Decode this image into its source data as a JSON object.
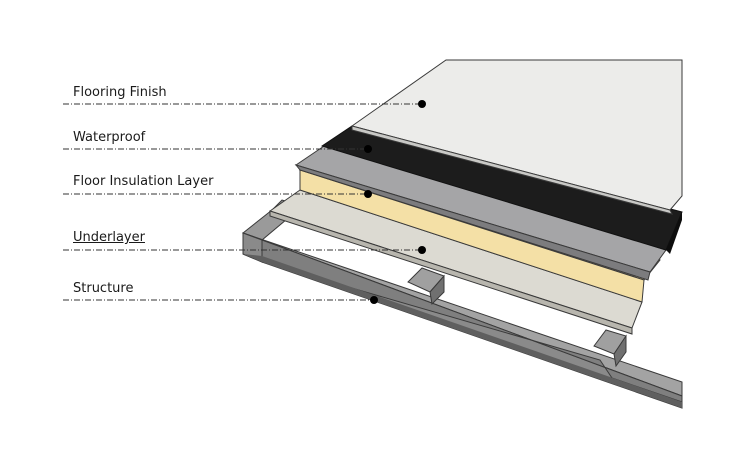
{
  "labels": [
    {
      "id": "flooring-finish",
      "text": "Flooring Finish",
      "underlined": false
    },
    {
      "id": "waterproof",
      "text": "Waterproof",
      "underlined": false
    },
    {
      "id": "floor-insulation-layer",
      "text": "Floor Insulation Layer",
      "underlined": false
    },
    {
      "id": "underlayer",
      "text": "Underlayer",
      "underlined": true
    },
    {
      "id": "structure",
      "text": "Structure",
      "underlined": false
    }
  ],
  "colors": {
    "flooring_finish": "#ececea",
    "waterproof": "#1c1c1c",
    "membrane": "#9a9a9c",
    "insulation": "#f2dc9a",
    "underlayer": "#dcdad2",
    "structure": "#8c8c8c",
    "leader_line": "#333333"
  }
}
